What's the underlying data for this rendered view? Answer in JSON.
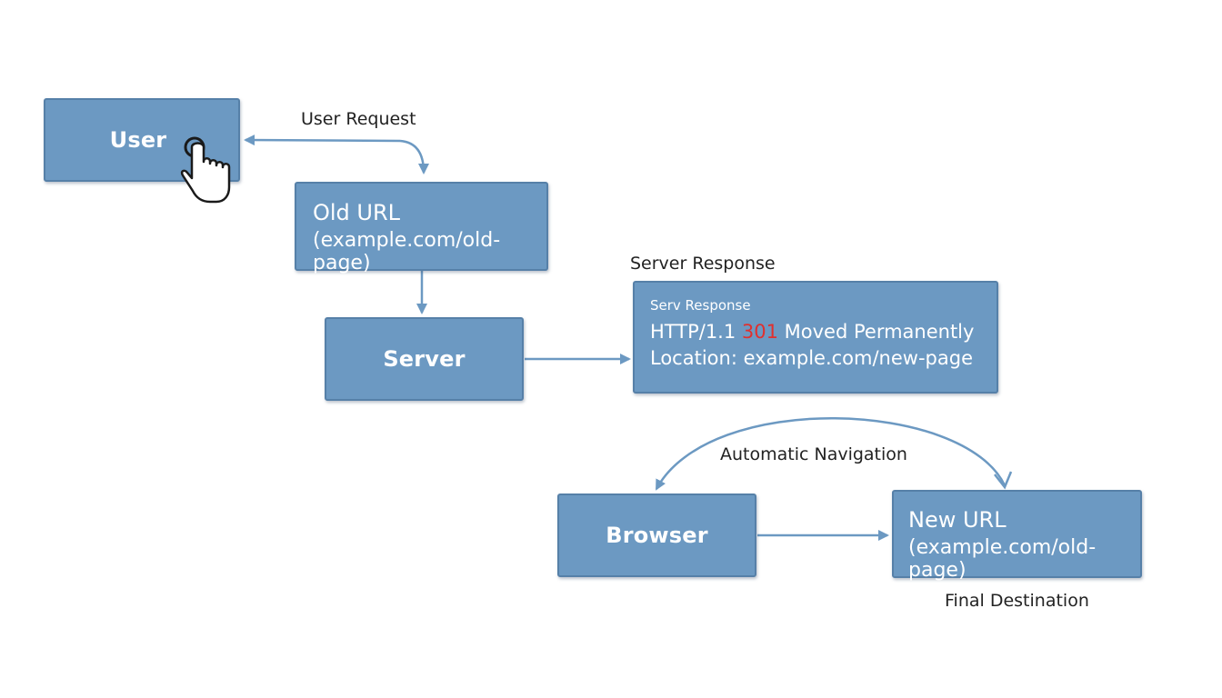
{
  "boxes": {
    "user": {
      "label": "User"
    },
    "old_url": {
      "title": "Old URL",
      "url": "(example.com/old-page)"
    },
    "server": {
      "label": "Server"
    },
    "response": {
      "heading": "Serv Response",
      "status_prefix": "HTTP/1.1 ",
      "status_code": "301",
      "status_suffix": " Moved Permanently",
      "location": "Location: example.com/new-page"
    },
    "browser": {
      "label": "Browser"
    },
    "new_url": {
      "title": "New URL",
      "url": "(example.com/old-page)"
    }
  },
  "labels": {
    "user_request": "User Request",
    "server_response": "Server Response",
    "automatic_navigation": "Automatic Navigation",
    "final_destination": "Final Destination"
  },
  "icons": {
    "cursor": "hand-pointer-icon"
  },
  "colors": {
    "box_fill": "#6c99c2",
    "box_border": "#5680a8",
    "arrow": "#6c99c2",
    "status_code": "#e1302e"
  }
}
